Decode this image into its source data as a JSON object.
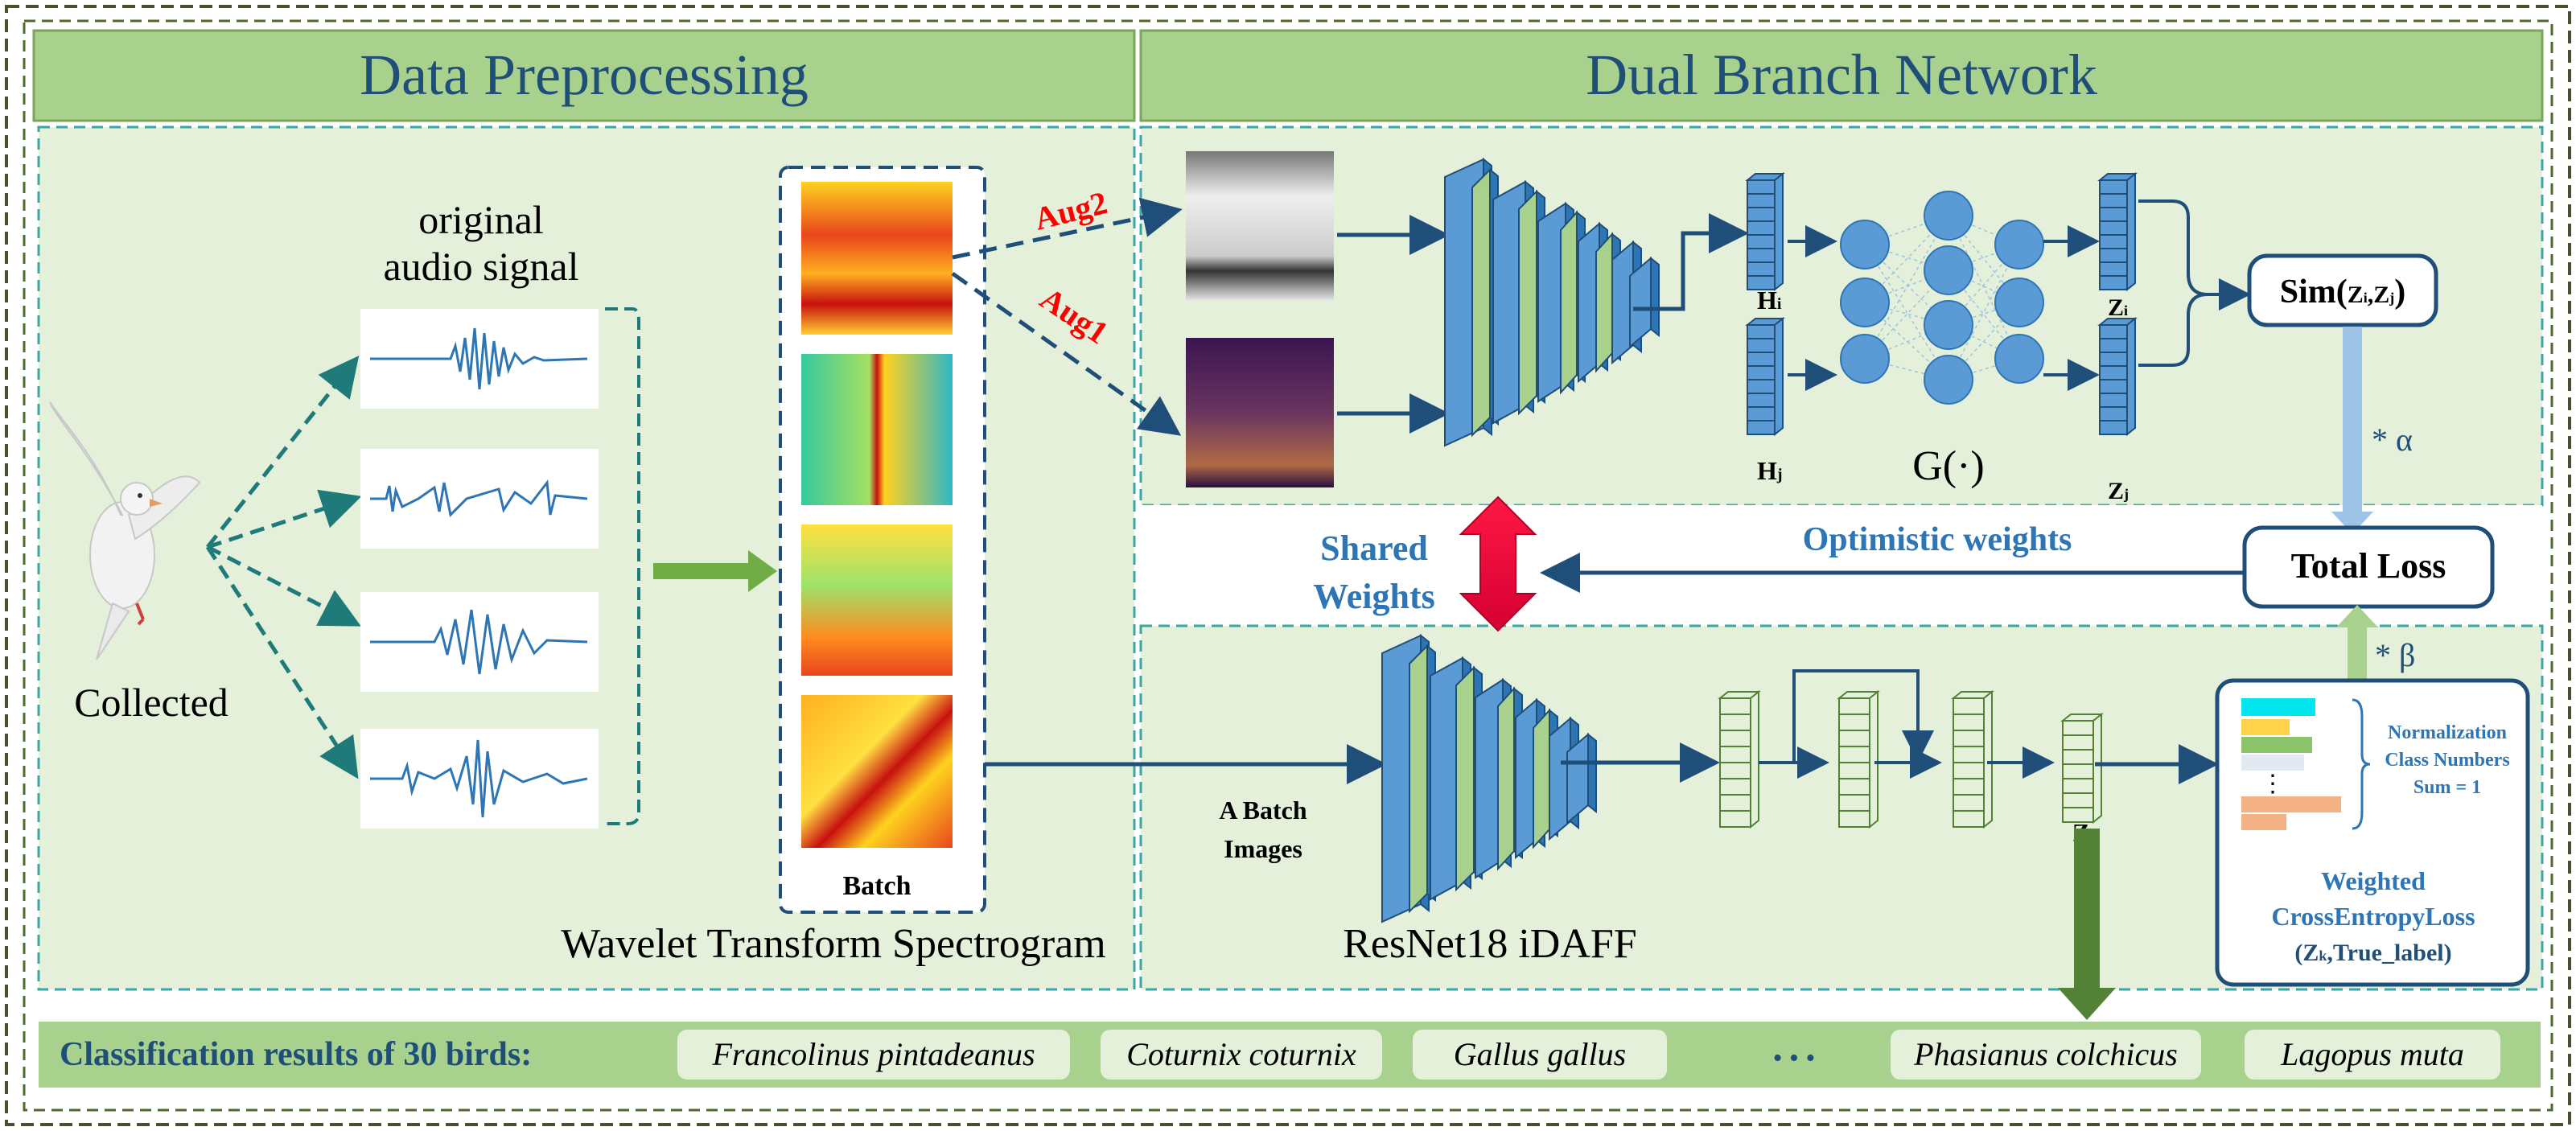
{
  "colors": {
    "panel_bg": "#e4f0d9",
    "header_bg": "#a9d18e",
    "header_text": "#1f4e79",
    "navy": "#1f4e79",
    "teal_dashed": "#3aa6a6",
    "green_arrow": "#70ad47",
    "red": "#e8003a",
    "blue_layer": "#5b9bd5",
    "green_layer": "#a9d18e",
    "node_blue": "#5b9bd5",
    "aug_red": "#ff0000"
  },
  "headers": {
    "left": "Data Preprocessing",
    "right": "Dual Branch Network"
  },
  "preprocessing": {
    "audio_label_line1": "original",
    "audio_label_line2": "audio signal",
    "collected_label": "Collected",
    "batch_label": "Batch",
    "wavelet_label": "Wavelet Transform Spectrogram"
  },
  "augmentation": {
    "aug1": "Aug1",
    "aug2": "Aug2"
  },
  "contrastive": {
    "hi": "H",
    "hi_sub": "i",
    "hj": "H",
    "hj_sub": "j",
    "zi": "Z",
    "zi_sub": "i",
    "zj": "Z",
    "zj_sub": "j",
    "projection_head": "G(·)",
    "sim_prefix": "Sim(",
    "sim_zi": "Z",
    "sim_zi_sub": "i",
    "sim_comma": ",",
    "sim_zj": "Z",
    "sim_zj_sub": "j",
    "sim_suffix": ")",
    "alpha_label": "* α"
  },
  "middle": {
    "shared_line1": "Shared",
    "shared_line2": "Weights",
    "optimistic": "Optimistic weights",
    "total_loss": "Total Loss",
    "beta_label": "* β"
  },
  "supervised": {
    "batch_images_line1": "A Batch",
    "batch_images_line2": "Images",
    "backbone_label": "ResNet18 iDAFF",
    "zk": "Z",
    "zk_sub": "k",
    "norm_line1": "Normalization",
    "norm_line2": "Class Numbers",
    "norm_line3": "Sum = 1",
    "ellipsis": "⋮",
    "loss_line1": "Weighted",
    "loss_line2": "CrossEntropyLoss",
    "loss_line3_prefix": "(Z",
    "loss_line3_sub": "k",
    "loss_line3_suffix": ",True_label)"
  },
  "results": {
    "label": "Classification results of 30 birds:",
    "species": [
      "Francolinus pintadeanus",
      "Coturnix coturnix",
      "Gallus gallus",
      "Phasianus colchicus",
      "Lagopus muta"
    ],
    "dots": "•    •    •"
  },
  "icons": {
    "bird": "dove-icon",
    "waveform": "waveform-icon",
    "spectrogram": "spectrogram-icon"
  }
}
